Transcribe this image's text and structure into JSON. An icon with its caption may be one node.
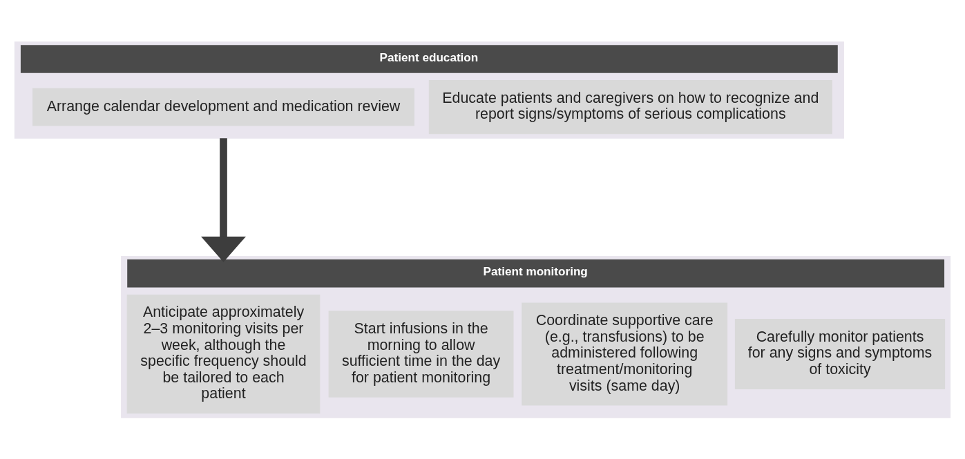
{
  "diagram": {
    "nodes": [
      {
        "text": [
          "Patient education"
        ]
      },
      {
        "text": [
          "Arrange calendar development and medication review"
        ],
        "in": 0
      },
      {
        "text": [
          "Educate patients and caregivers on how to recognize and report signs/symptoms of serious complications"
        ],
        "in": 0
      },
      {
        "text": [
          "Patient monitoring"
        ]
      },
      {
        "text": [
          "Anticipate approximately 2–3 monitoring visits per week, although the specific frequency should be tailored to each patient"
        ],
        "in": 3
      },
      {
        "text": [
          "Start infusions in the morning to allow sufficient time in the day for patient monitoring"
        ],
        "in": 3
      },
      {
        "text": [
          "Coordinate supportive care (e.g., transfusions) to be administered following treatment/monitoring visits (same day)"
        ],
        "in": 3
      },
      {
        "text": [
          "Carefully monitor patients for any signs and symptoms of toxicity"
        ],
        "in": 3
      }
    ],
    "edges": [
      {
        "from": 0,
        "to": 3,
        "arrow": "to"
      }
    ]
  }
}
